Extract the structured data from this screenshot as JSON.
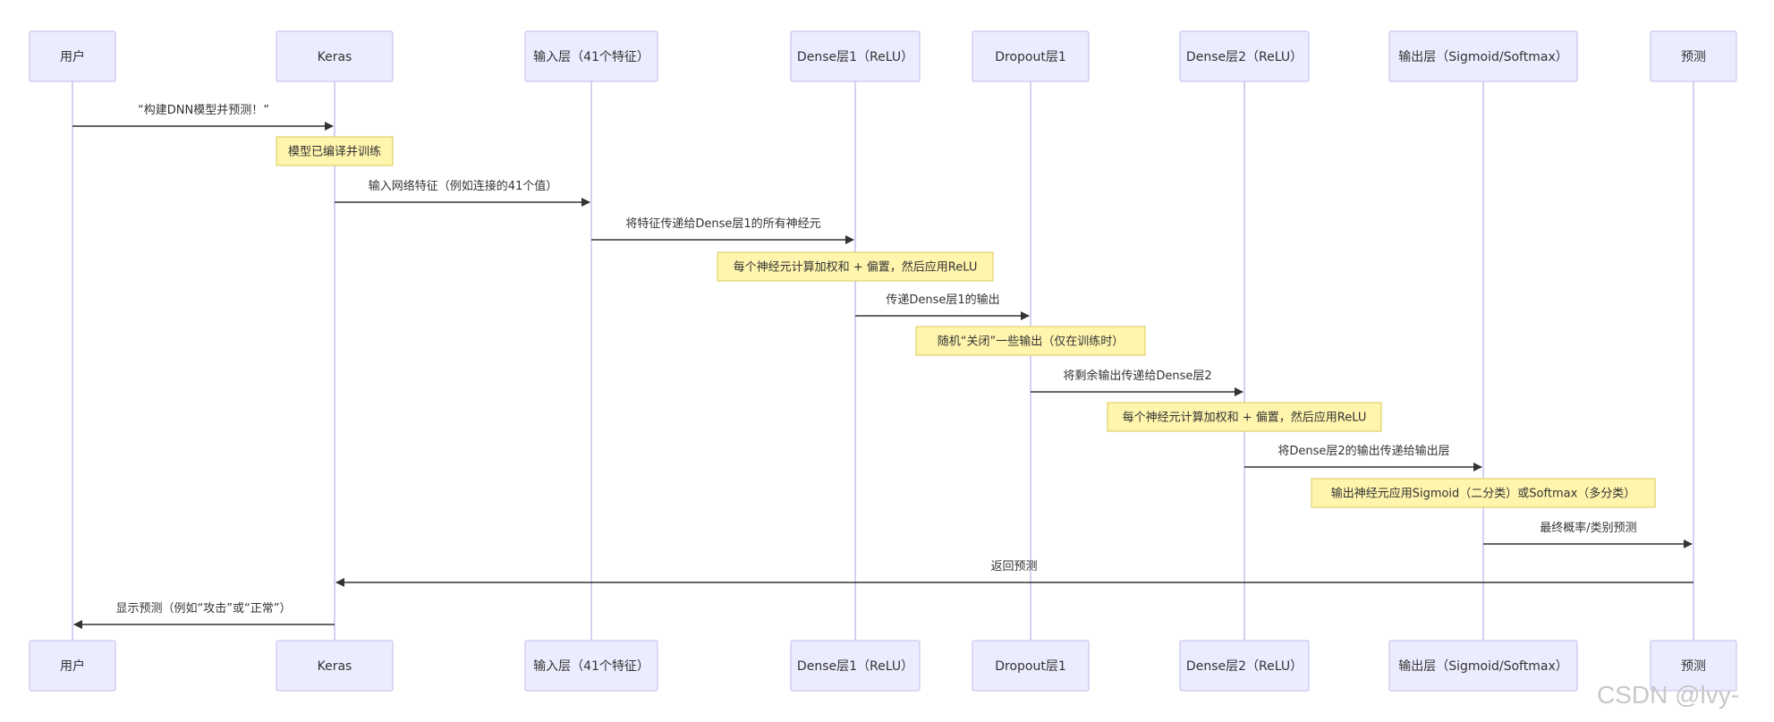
{
  "participants": [
    {
      "id": "user",
      "label": "用户"
    },
    {
      "id": "keras",
      "label": "Keras"
    },
    {
      "id": "input",
      "label": "输入层（41个特征）"
    },
    {
      "id": "dense1",
      "label": "Dense层1（ReLU）"
    },
    {
      "id": "dropout",
      "label": "Dropout层1"
    },
    {
      "id": "dense2",
      "label": "Dense层2（ReLU）"
    },
    {
      "id": "output",
      "label": "输出层（Sigmoid/Softmax）"
    },
    {
      "id": "predict",
      "label": "预测"
    }
  ],
  "messages": [
    {
      "from": "user",
      "to": "keras",
      "label": "“构建DNN模型并预测！”"
    },
    {
      "from": "keras",
      "to": "input",
      "label": "输入网络特征（例如连接的41个值）"
    },
    {
      "from": "input",
      "to": "dense1",
      "label": "将特征传递给Dense层1的所有神经元"
    },
    {
      "from": "dense1",
      "to": "dropout",
      "label": "传递Dense层1的输出"
    },
    {
      "from": "dropout",
      "to": "dense2",
      "label": "将剩余输出传递给Dense层2"
    },
    {
      "from": "dense2",
      "to": "output",
      "label": "将Dense层2的输出传递给输出层"
    },
    {
      "from": "output",
      "to": "predict",
      "label": "最终概率/类别预测"
    },
    {
      "from": "predict",
      "to": "keras",
      "label": "返回预测"
    },
    {
      "from": "keras",
      "to": "user",
      "label": "显示预测（例如“攻击”或“正常”）"
    }
  ],
  "notes": [
    {
      "over": "keras",
      "label": "模型已编译并训练"
    },
    {
      "over": "dense1",
      "label": "每个神经元计算加权和 + 偏置，然后应用ReLU"
    },
    {
      "over": "dropout",
      "label": "随机“关闭”一些输出（仅在训练时）"
    },
    {
      "over": "dense2",
      "label": "每个神经元计算加权和 + 偏置，然后应用ReLU"
    },
    {
      "over": "output",
      "label": "输出神经元应用Sigmoid（二分类）或Softmax（多分类）"
    }
  ],
  "watermark": "CSDN @lvy-"
}
